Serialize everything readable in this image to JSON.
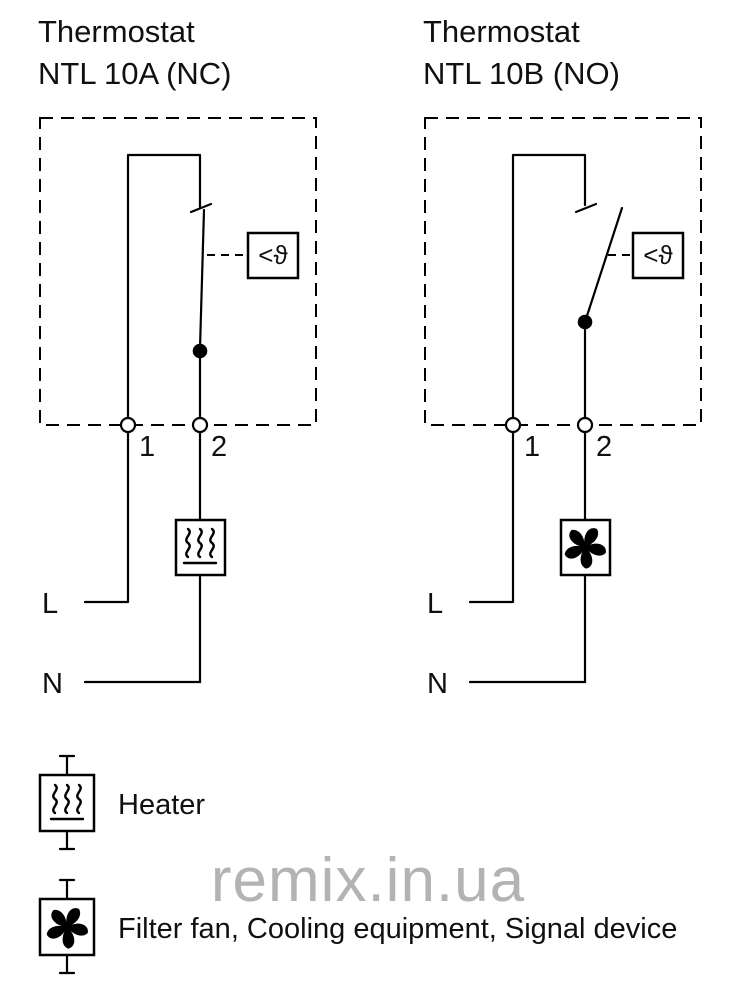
{
  "diagrams": [
    {
      "title1": "Thermostat",
      "title2": "NTL 10A (NC)",
      "sensor": "<ϑ",
      "t1": "1",
      "t2": "2",
      "L": "L",
      "N": "N",
      "load_icon": "heater-icon"
    },
    {
      "title1": "Thermostat",
      "title2": "NTL 10B (NO)",
      "sensor": "<ϑ",
      "t1": "1",
      "t2": "2",
      "L": "L",
      "N": "N",
      "load_icon": "fan-icon"
    }
  ],
  "legend": {
    "heater_label": "Heater",
    "fan_label": "Filter fan, Cooling equipment, Signal device"
  },
  "watermark": "remix.in.ua",
  "colors": {
    "line": "#000000",
    "background": "#ffffff",
    "watermark": "#b3b3b3"
  }
}
